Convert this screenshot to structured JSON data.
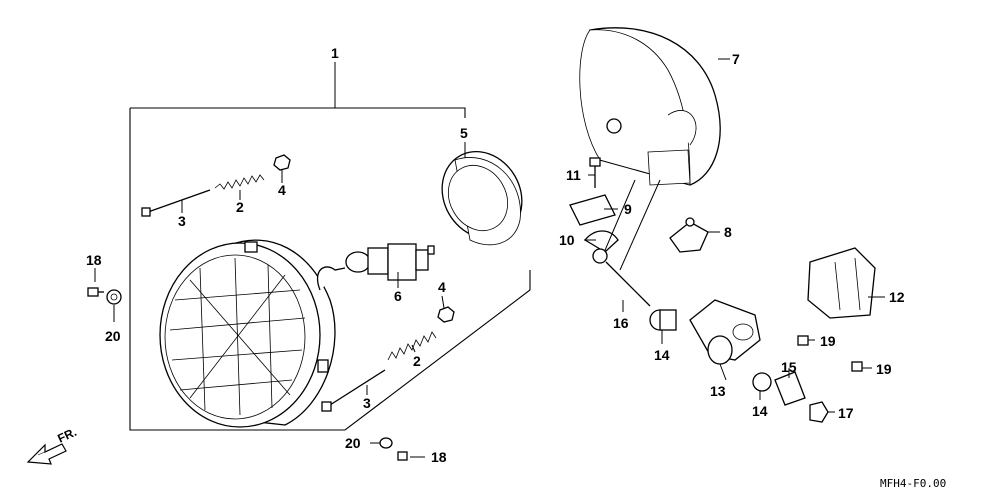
{
  "diagram_code": "MFH4-F0.00",
  "direction_label": "FR.",
  "callouts": {
    "c1": "1",
    "c2a": "2",
    "c2b": "2",
    "c3a": "3",
    "c3b": "3",
    "c4a": "4",
    "c4b": "4",
    "c5": "5",
    "c6": "6",
    "c7": "7",
    "c8": "8",
    "c9": "9",
    "c10": "10",
    "c11": "11",
    "c12": "12",
    "c13": "13",
    "c14a": "14",
    "c14b": "14",
    "c15": "15",
    "c16": "16",
    "c17": "17",
    "c18a": "18",
    "c18b": "18",
    "c19a": "19",
    "c19b": "19",
    "c20a": "20",
    "c20b": "20"
  }
}
